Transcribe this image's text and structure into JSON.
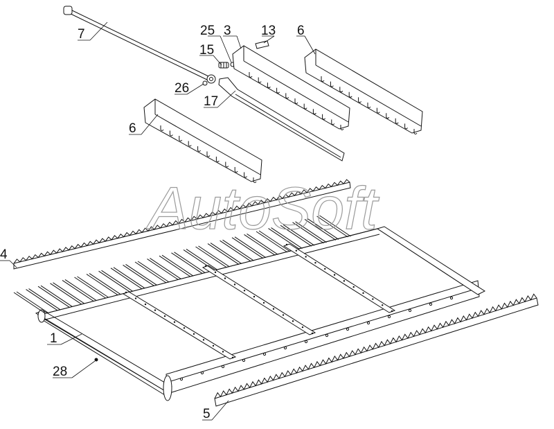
{
  "watermark": "AutoSoft",
  "labels": {
    "l7": "7",
    "l25": "25",
    "l3": "3",
    "l13": "13",
    "l6a": "6",
    "l15": "15",
    "l26": "26",
    "l17": "17",
    "l6b": "6",
    "l4": "4",
    "l1": "1",
    "l28": "28",
    "l5": "5"
  }
}
